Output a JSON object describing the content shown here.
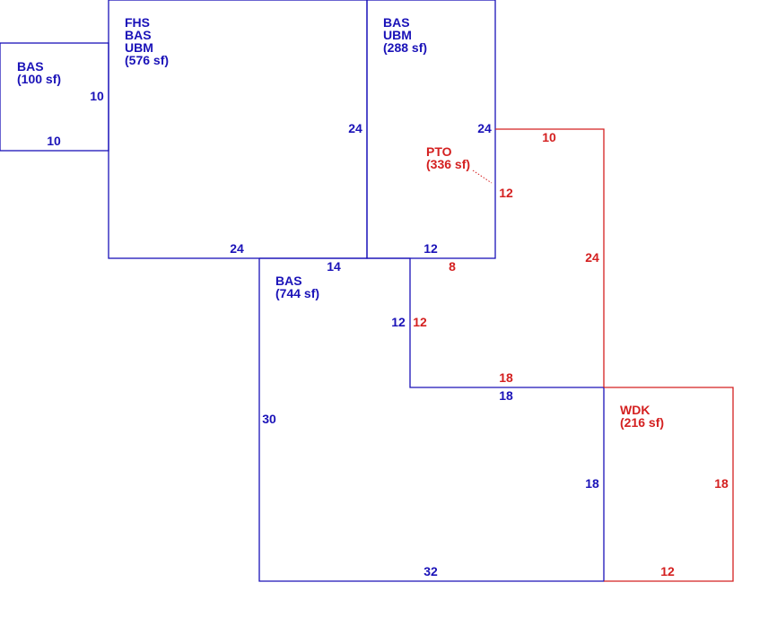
{
  "colors": {
    "living": "#1a12b8",
    "exterior": "#d42020"
  },
  "areas": {
    "bas_small": {
      "lines": [
        "BAS",
        "(100 sf)"
      ]
    },
    "fhs": {
      "lines": [
        "FHS",
        "BAS",
        "UBM",
        "(576 sf)"
      ]
    },
    "bas_ubm": {
      "lines": [
        "BAS",
        "UBM",
        "(288 sf)"
      ]
    },
    "pto": {
      "lines": [
        "PTO",
        "(336 sf)"
      ]
    },
    "bas_large": {
      "lines": [
        "BAS",
        "(744 sf)"
      ]
    },
    "wdk": {
      "lines": [
        "WDK",
        "(216 sf)"
      ]
    }
  },
  "dimensions": {
    "bas_small_right": "10",
    "bas_small_bottom": "10",
    "fhs_right": "24",
    "fhs_bottom": "24",
    "bas_ubm_right": "24",
    "bas_ubm_bottom": "12",
    "pto_top": "10",
    "pto_left_upper": "12",
    "pto_right": "24",
    "pto_bottom_left": "8",
    "pto_inner_vertical": "12",
    "pto_bottom": "18",
    "bas_large_top": "14",
    "bas_large_notch_vertical": "12",
    "bas_large_notch_bottom": "18",
    "bas_large_left": "30",
    "bas_large_right": "18",
    "bas_large_bottom": "32",
    "wdk_right": "18",
    "wdk_bottom": "12"
  }
}
